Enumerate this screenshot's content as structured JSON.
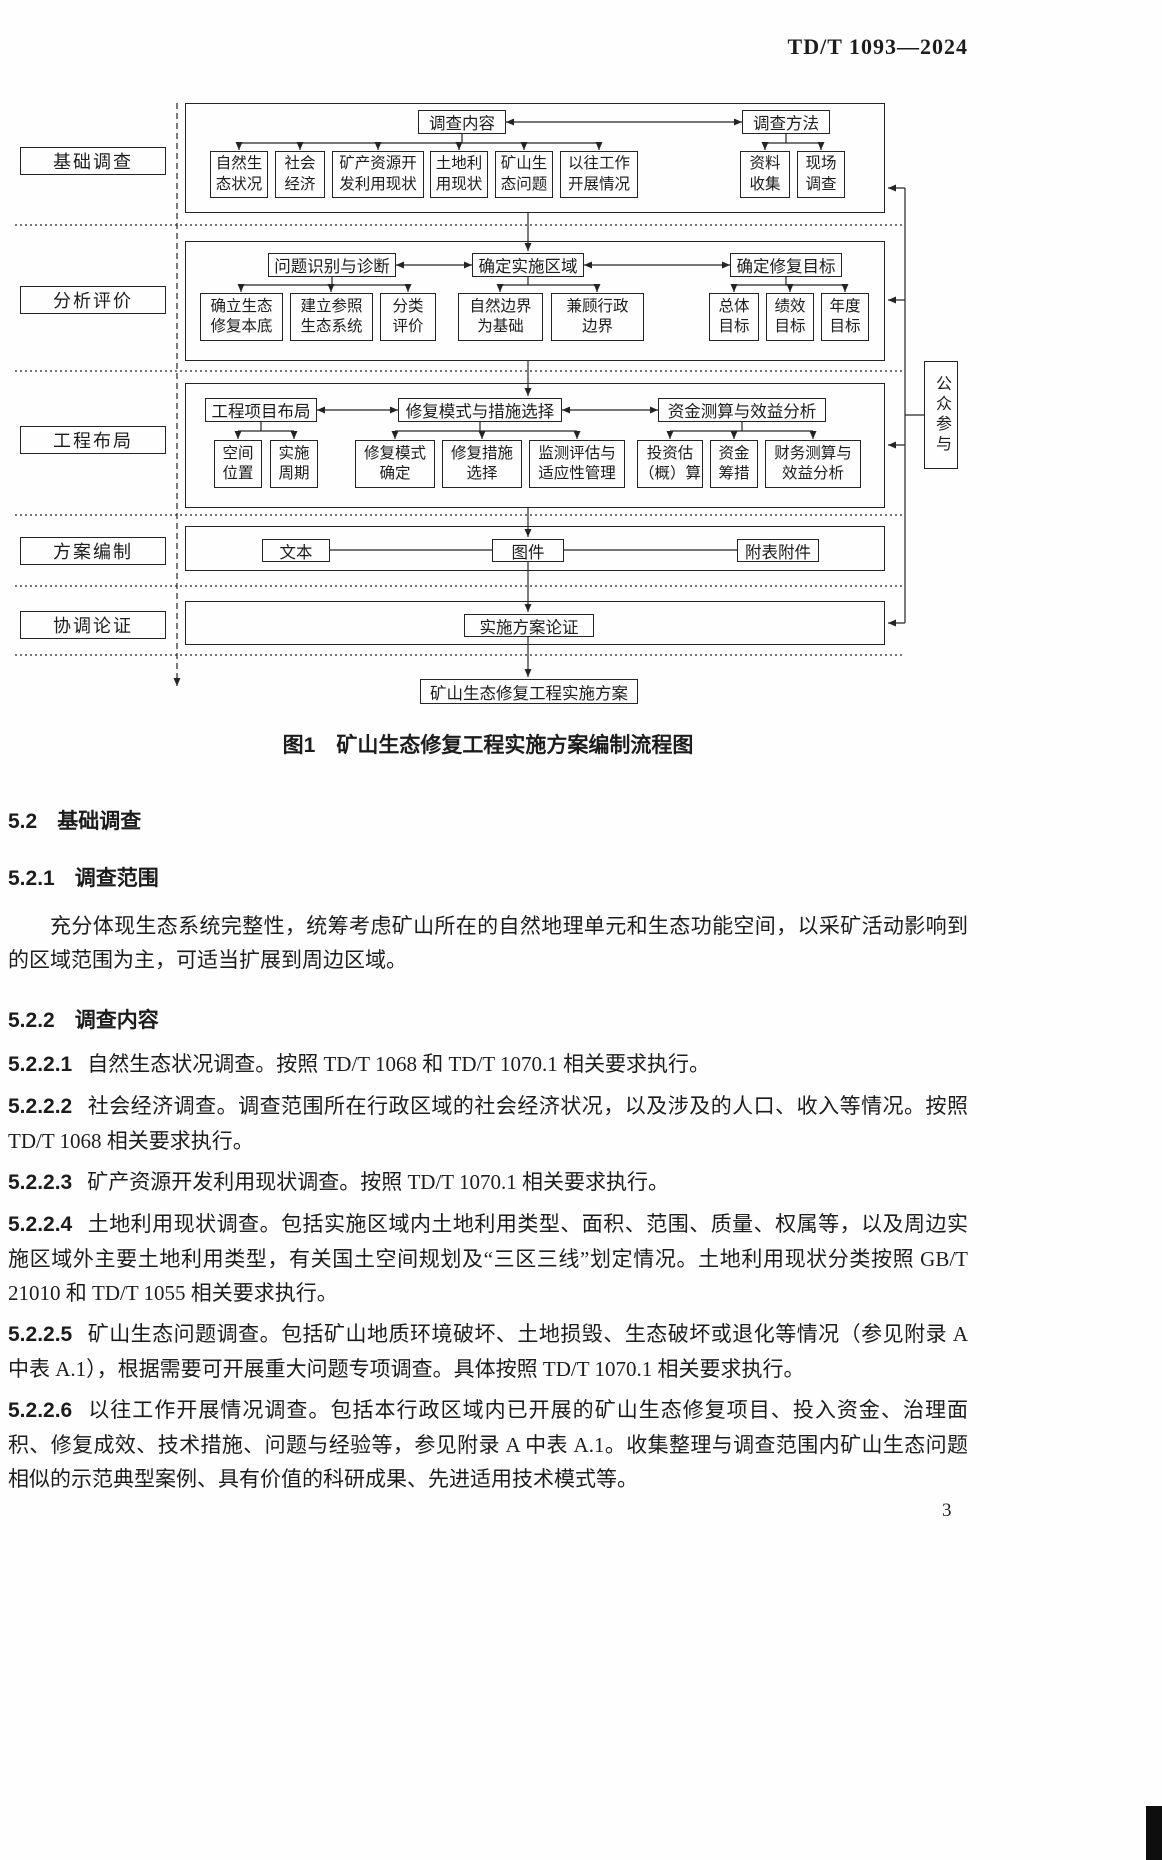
{
  "header": {
    "code": "TD/T 1093—2024"
  },
  "figure": {
    "caption": "图1　矿山生态修复工程实施方案编制流程图",
    "stages": [
      "基础调查",
      "分析评价",
      "工程布局",
      "方案编制",
      "协调论证"
    ],
    "public_participation": "公众参与",
    "survey": {
      "content_title": "调查内容",
      "method_title": "调查方法",
      "content_items": [
        "自然生\n态状况",
        "社会\n经济",
        "矿产资源开\n发利用现状",
        "土地利\n用现状",
        "矿山生\n态问题",
        "以往工作\n开展情况"
      ],
      "method_items": [
        "资料\n收集",
        "现场\n调查"
      ]
    },
    "analysis": {
      "diagnosis_title": "问题识别与诊断",
      "area_title": "确定实施区域",
      "goal_title": "确定修复目标",
      "diagnosis_items": [
        "确立生态\n修复本底",
        "建立参照\n生态系统",
        "分类\n评价"
      ],
      "area_items": [
        "自然边界\n为基础",
        "兼顾行政\n边界"
      ],
      "goal_items": [
        "总体\n目标",
        "绩效\n目标",
        "年度\n目标"
      ]
    },
    "layout": {
      "project_title": "工程项目布局",
      "mode_title": "修复模式与措施选择",
      "fund_title": "资金测算与效益分析",
      "project_items": [
        "空间\n位置",
        "实施\n周期"
      ],
      "mode_items": [
        "修复模式\n确定",
        "修复措施\n选择",
        "监测评估与\n适应性管理"
      ],
      "fund_items": [
        "投资估\n（概）算",
        "资金\n筹措",
        "财务测算与\n效益分析"
      ]
    },
    "compile_items": [
      "文本",
      "图件",
      "附表附件"
    ],
    "review": "实施方案论证",
    "final": "矿山生态修复工程实施方案"
  },
  "body": {
    "h52": {
      "num": "5.2",
      "title": "基础调查"
    },
    "h521": {
      "num": "5.2.1",
      "title": "调查范围"
    },
    "p521": "充分体现生态系统完整性，统筹考虑矿山所在的自然地理单元和生态功能空间，以采矿活动影响到的区域范围为主，可适当扩展到周边区域。",
    "h522": {
      "num": "5.2.2",
      "title": "调查内容"
    },
    "clauses": [
      {
        "num": "5.2.2.1",
        "text": "自然生态状况调查。按照 TD/T 1068 和 TD/T 1070.1 相关要求执行。"
      },
      {
        "num": "5.2.2.2",
        "text": "社会经济调查。调查范围所在行政区域的社会经济状况，以及涉及的人口、收入等情况。按照 TD/T 1068 相关要求执行。"
      },
      {
        "num": "5.2.2.3",
        "text": "矿产资源开发利用现状调查。按照 TD/T 1070.1 相关要求执行。"
      },
      {
        "num": "5.2.2.4",
        "text": "土地利用现状调查。包括实施区域内土地利用类型、面积、范围、质量、权属等，以及周边实施区域外主要土地利用类型，有关国土空间规划及“三区三线”划定情况。土地利用现状分类按照 GB/T 21010 和 TD/T 1055 相关要求执行。"
      },
      {
        "num": "5.2.2.5",
        "text": "矿山生态问题调查。包括矿山地质环境破坏、土地损毁、生态破坏或退化等情况（参见附录 A 中表 A.1），根据需要可开展重大问题专项调查。具体按照 TD/T 1070.1 相关要求执行。"
      },
      {
        "num": "5.2.2.6",
        "text": "以往工作开展情况调查。包括本行政区域内已开展的矿山生态修复项目、投入资金、治理面积、修复成效、技术措施、问题与经验等，参见附录 A 中表 A.1。收集整理与调查范围内矿山生态问题相似的示范典型案例、具有价值的科研成果、先进适用技术模式等。"
      }
    ]
  },
  "page": {
    "number": "3"
  }
}
